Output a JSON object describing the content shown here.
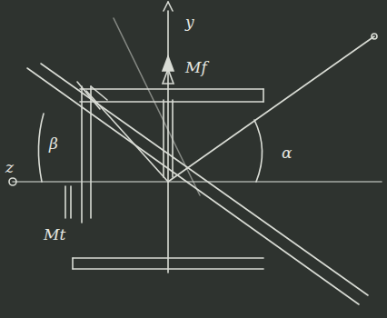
{
  "diagram": {
    "labels": [
      "y",
      "Mf",
      "z",
      "β",
      "Mt",
      "α"
    ]
  }
}
